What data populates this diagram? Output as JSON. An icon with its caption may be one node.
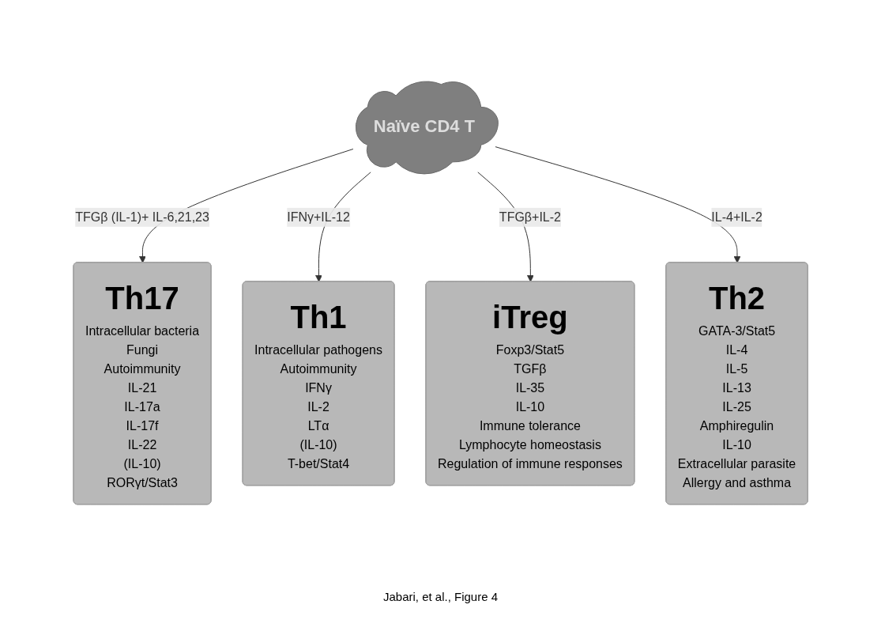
{
  "diagram": {
    "nodes": [
      {
        "text": [
          "Naïve CD4 T"
        ]
      },
      {
        "text": [
          "Th17",
          "Intracellular bacteria",
          "Fungi",
          "Autoimmunity",
          "IL-21",
          "IL-17a",
          "IL-17f",
          "IL-22",
          "(IL-10)",
          "RORγt/Stat3"
        ]
      },
      {
        "text": [
          "Th1",
          "Intracellular pathogens",
          "Autoimmunity",
          "IFNγ",
          "IL-2",
          "LTα",
          "(IL-10)",
          "T-bet/Stat4"
        ]
      },
      {
        "text": [
          "iTreg",
          "Foxp3/Stat5",
          "TGFβ",
          "IL-35",
          "IL-10",
          "Immune tolerance",
          "Lymphocyte homeostasis",
          "Regulation of immune responses"
        ]
      },
      {
        "text": [
          "Th2",
          "GATA-3/Stat5",
          "IL-4",
          "IL-5",
          "IL-13",
          "IL-25",
          "Amphiregulin",
          "IL-10",
          "Extracellular parasite",
          "Allergy and asthma"
        ]
      }
    ],
    "edges": [
      {
        "from": 0,
        "to": 1,
        "arrow": "to",
        "label": "TFGβ (IL-1)+ IL-6,21,23"
      },
      {
        "from": 0,
        "to": 2,
        "arrow": "to",
        "label": "IFNγ+IL-12"
      },
      {
        "from": 0,
        "to": 3,
        "arrow": "to",
        "label": "TFGβ+IL-2"
      },
      {
        "from": 0,
        "to": 4,
        "arrow": "to",
        "label": "IL-4+IL-2"
      }
    ],
    "labels": [
      "Jabari, et al., Figure 4"
    ]
  }
}
